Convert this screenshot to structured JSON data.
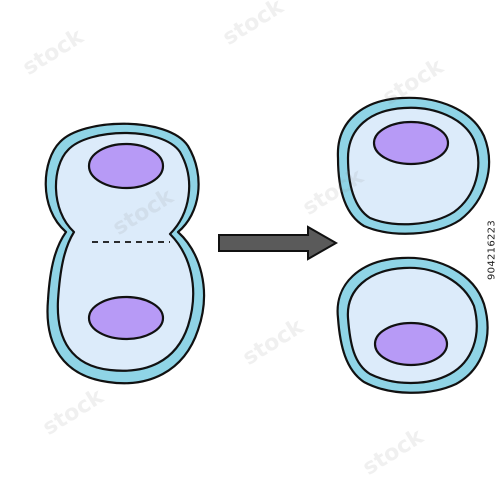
{
  "diagram": {
    "colors": {
      "background": "#ffffff",
      "membrane": "#8fd4e6",
      "cytoplasm": "#dcebfa",
      "nucleus": "#b79af6",
      "outline": "#111111",
      "arrow": "#5a5a5a"
    },
    "parts": [
      {
        "name": "dividing-cell",
        "shape": "figure-eight"
      },
      {
        "name": "division-furrow",
        "style": "dashed"
      },
      {
        "name": "process-arrow",
        "direction": "right"
      },
      {
        "name": "daughter-cell-top"
      },
      {
        "name": "daughter-cell-bottom"
      }
    ],
    "nucleus_count": {
      "dividing_cell": 2,
      "each_daughter_cell": 1
    }
  },
  "stock_image_id": "904216223",
  "watermark_text": "stock"
}
